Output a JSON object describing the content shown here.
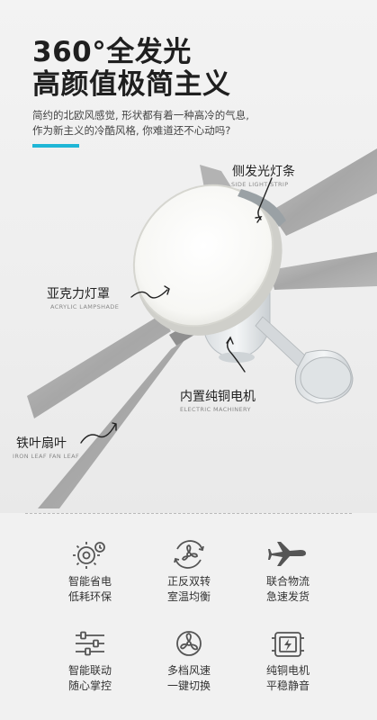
{
  "headline": {
    "line1": "360°全发光",
    "line2": "高颜值极简主义"
  },
  "description": {
    "line1": "简约的北欧风感觉, 形状都有着一种高冷的气息,",
    "line2": "作为新主义的冷酷风格, 你难道还不心动吗?"
  },
  "colors": {
    "accent": "#1fb6d6",
    "background": "#f1f1f1",
    "blade": "#a9a9a9"
  },
  "callouts": [
    {
      "cn": "侧发光灯条",
      "en": "SIDE LIGHT STRIP"
    },
    {
      "cn": "亚克力灯罩",
      "en": "ACRYLIC LAMPSHADE"
    },
    {
      "cn": "内置纯铜电机",
      "en": "ELECTRIC MACHINERY"
    },
    {
      "cn": "铁叶扇叶",
      "en": "IRON LEAF FAN LEAF"
    }
  ],
  "features": [
    {
      "icon": "energy-saving-gear-icon",
      "line1": "智能省电",
      "line2": "低耗环保"
    },
    {
      "icon": "fan-rotation-icon",
      "line1": "正反双转",
      "line2": "室温均衡"
    },
    {
      "icon": "airplane-icon",
      "line1": "联合物流",
      "line2": "急速发货"
    },
    {
      "icon": "sliders-icon",
      "line1": "智能联动",
      "line2": "随心掌控"
    },
    {
      "icon": "fan-speed-icon",
      "line1": "多档风速",
      "line2": "一键切换"
    },
    {
      "icon": "copper-motor-icon",
      "line1": "纯铜电机",
      "line2": "平稳静音"
    }
  ]
}
